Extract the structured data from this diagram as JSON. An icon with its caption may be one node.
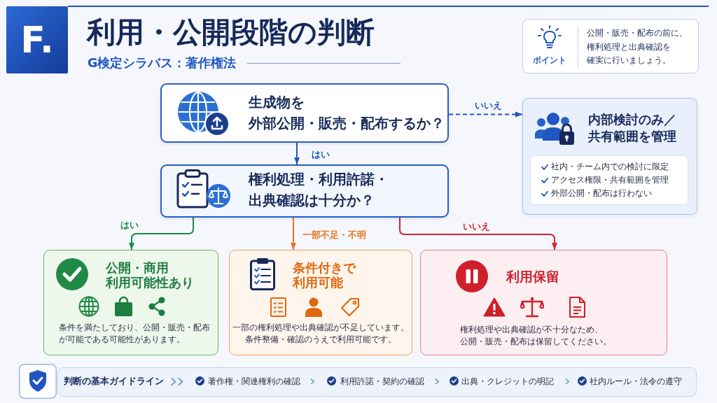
{
  "diagram": {
    "title": "利用・公開段階の判断",
    "nodes": [
      {
        "text": [
          "F."
        ]
      },
      {
        "text": [
          "ポイント",
          "公開・販売・配布の前に、権利処理と出典確認を確実に行いましょう。"
        ]
      },
      {
        "text": [
          "生成物を外部公開・販売・配布するか？"
        ]
      },
      {
        "text": [
          "内部検討のみ／共有範囲を管理"
        ]
      },
      {
        "text": [
          "社内・チーム内での検討に限定",
          "アクセス権限・共有範囲を管理",
          "外部公開・配布は行わない"
        ],
        "in": 3
      },
      {
        "text": [
          "権利処理・利用許諾・出典確認は十分か？"
        ]
      },
      {
        "text": [
          "公開・商用利用可能性あり",
          "条件を満たしており、公開・販売・配布が可能である可能性があります。"
        ]
      },
      {
        "text": [
          "条件付きで利用可能",
          "一部の権利処理や出典確認が不足しています。条件整備・確認のうえで利用可能です。"
        ]
      },
      {
        "text": [
          "利用保留",
          "権利処理や出典確認が不十分なため、公開・販売・配布は保留してください。"
        ]
      },
      {
        "text": [
          "判断の基本ガイドライン",
          "著作権・関連権利の確認",
          "利用許諾・契約の確認",
          "出典・クレジットの明記",
          "社内ルール・法令の遵守"
        ]
      }
    ],
    "edges": [
      {
        "from": 2,
        "to": 3,
        "arrow": "to",
        "label": "いいえ",
        "style": "dashed"
      },
      {
        "from": 2,
        "to": 5,
        "arrow": "to",
        "label": "はい"
      },
      {
        "from": 5,
        "to": 6,
        "arrow": "to",
        "label": "はい",
        "color": "#1e8a45"
      },
      {
        "from": 5,
        "to": 7,
        "arrow": "to",
        "label": "一部不足・不明",
        "color": "#e8711c"
      },
      {
        "from": 5,
        "to": 8,
        "arrow": "to",
        "label": "いいえ",
        "color": "#d3232f"
      }
    ],
    "labels": [
      "G検定シラバス：著作権法"
    ]
  }
}
